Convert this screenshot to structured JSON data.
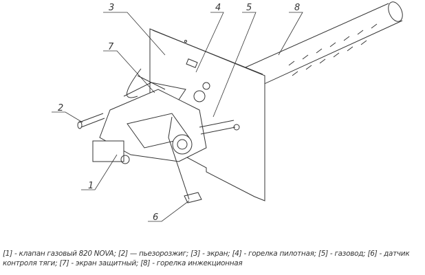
{
  "labels": [
    "1",
    "2",
    "3",
    "4",
    "5",
    "6",
    "7",
    "8"
  ],
  "caption": "[1] - клапан газовый 820 NOVA; [2] — пьезорозжиг; [3] - экран; [4] - горелка пилотная; [5] - газовод; [6] - датчик контроля тяги; [7] - экран защитный; [8] - горелка инжекционная"
}
